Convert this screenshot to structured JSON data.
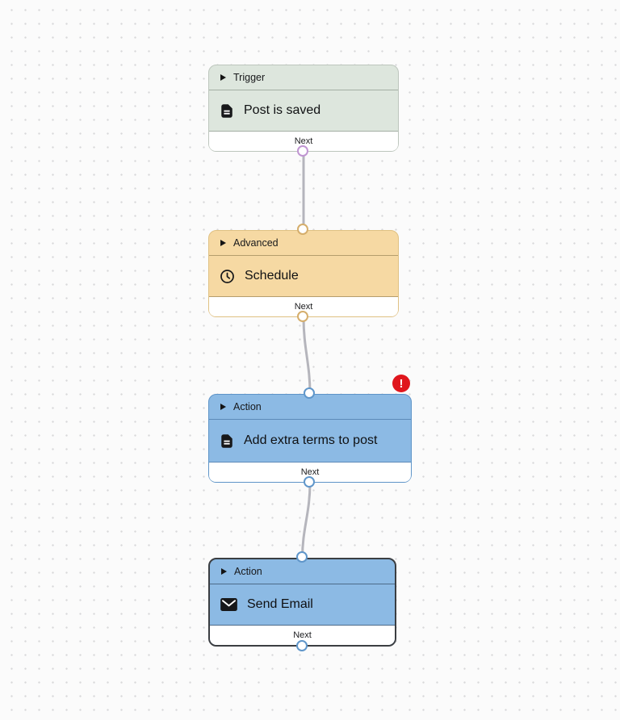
{
  "canvas": {
    "background_color": "#fbfbfb",
    "dot_color": "#d8d8da",
    "wire_color": "#b5b5bc"
  },
  "nodes": [
    {
      "id": "trigger",
      "category": "Trigger",
      "title": "Post is saved",
      "port_label": "Next",
      "icon": "document-icon",
      "has_error": false,
      "selected": false,
      "colors": {
        "fill": "#dde6dd",
        "border": "#bdc6bd",
        "port_ring": "#c095d2"
      }
    },
    {
      "id": "advanced",
      "category": "Advanced",
      "title": "Schedule",
      "port_label": "Next",
      "icon": "clock-icon",
      "has_error": false,
      "selected": false,
      "colors": {
        "fill": "#f6d9a3",
        "border": "#e0c183",
        "port_ring": "#d5ae6c"
      }
    },
    {
      "id": "action-add-terms",
      "category": "Action",
      "title": "Add extra terms to post",
      "port_label": "Next",
      "icon": "document-icon",
      "has_error": true,
      "selected": false,
      "colors": {
        "fill": "#8cbae4",
        "border": "#5e94c8",
        "port_ring": "#5f96ca"
      }
    },
    {
      "id": "action-send-email",
      "category": "Action",
      "title": "Send Email",
      "port_label": "Next",
      "icon": "mail-icon",
      "has_error": false,
      "selected": true,
      "colors": {
        "fill": "#8cbae4",
        "border": "#3b3e42",
        "port_ring": "#5f96ca"
      }
    }
  ],
  "connections": [
    {
      "from": "trigger",
      "to": "advanced"
    },
    {
      "from": "advanced",
      "to": "action-add-terms"
    },
    {
      "from": "action-add-terms",
      "to": "action-send-email"
    }
  ],
  "error_badge": {
    "glyph": "!",
    "color": "#e0161d"
  }
}
